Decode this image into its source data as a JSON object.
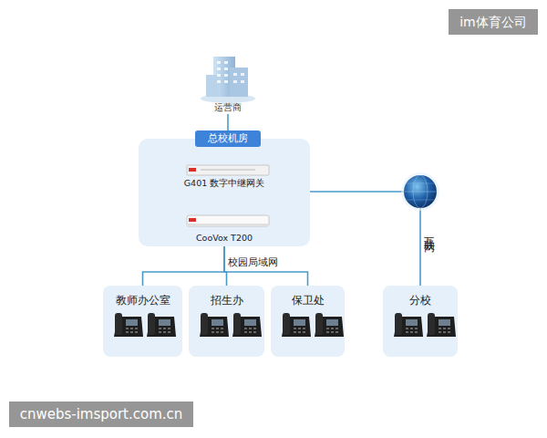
{
  "diagram": {
    "nodes": [
      {
        "text": [
          "运营商"
        ]
      },
      {
        "text": [
          "总校机房"
        ]
      },
      {
        "text": [
          "G401 数字中继网关"
        ],
        "in": 1
      },
      {
        "text": [
          "CooVox T200"
        ],
        "in": 1
      },
      {
        "text": [
          "教师办公室"
        ]
      },
      {
        "text": [
          "IP 话机"
        ],
        "in": 4
      },
      {
        "text": [
          "IP 话机"
        ],
        "in": 4
      },
      {
        "text": [
          "招生办"
        ]
      },
      {
        "text": [
          "IP 话机"
        ],
        "in": 7
      },
      {
        "text": [
          "IP 话机"
        ],
        "in": 7
      },
      {
        "text": [
          "保卫处"
        ]
      },
      {
        "text": [
          "IP 话机"
        ],
        "in": 10
      },
      {
        "text": [
          "IP 话机"
        ],
        "in": 10
      },
      {
        "text": [
          "分校"
        ]
      },
      {
        "text": [
          "IP 话机"
        ],
        "in": 13
      },
      {
        "text": [
          "IP 话机"
        ],
        "in": 13
      }
    ],
    "edges": [
      {
        "from": 0,
        "to": 1,
        "arrow": "none"
      },
      {
        "from": 1,
        "to": 4,
        "arrow": "none"
      },
      {
        "from": 1,
        "to": 7,
        "label": "校园局域网",
        "arrow": "none"
      },
      {
        "from": 1,
        "to": 10,
        "arrow": "none"
      },
      {
        "from": 1,
        "to": 13,
        "label": "互联网",
        "arrow": "none"
      }
    ],
    "labels": [
      "im体育公司",
      "cnwebs-imsport.com.cn"
    ]
  }
}
